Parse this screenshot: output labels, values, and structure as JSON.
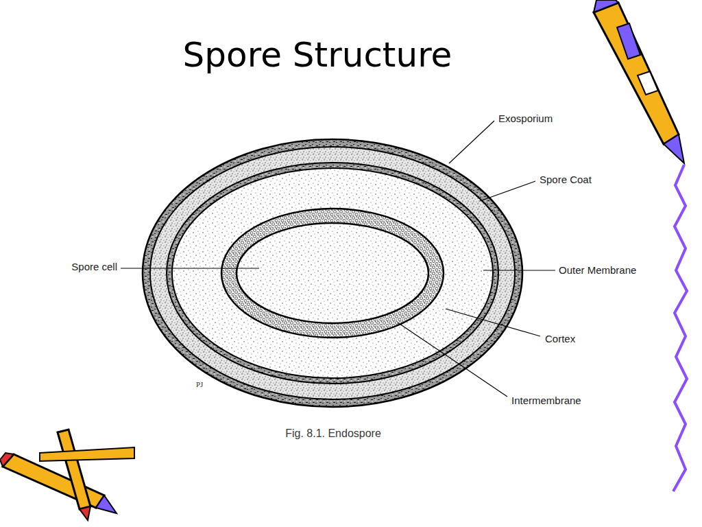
{
  "diagram": {
    "title": "Spore Structure",
    "caption": "Fig. 8.1. Endospore",
    "labels": [
      "Exosporium",
      "Spore Coat",
      "Spore cell",
      "Outer Membrane",
      "Cortex",
      "Intermembrane",
      "PJ"
    ]
  }
}
